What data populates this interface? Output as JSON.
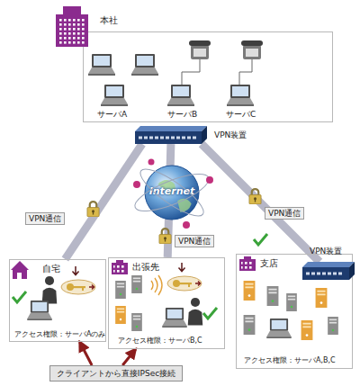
{
  "diagram": {
    "nodes": [
      {
        "text": [
          "本社"
        ]
      },
      {
        "text": [
          "VPN装置"
        ]
      },
      {
        "text": [
          "Internet"
        ]
      },
      {
        "text": [
          "自宅",
          "アクセス権限：サーバAのみ"
        ]
      },
      {
        "text": [
          "出張先",
          "アクセス権限：サーバB,C"
        ]
      },
      {
        "text": [
          "支店",
          "アクセス権限：サーバA,B,C"
        ]
      },
      {
        "text": [
          "VPN装置"
        ],
        "in": 5
      },
      {
        "text": [
          "クライアントから直接IPSec接続"
        ]
      }
    ],
    "edges": [
      {
        "from": 1,
        "to": 3,
        "arrow": "none",
        "label": "VPN通信"
      },
      {
        "from": 1,
        "to": 4,
        "arrow": "none",
        "label": "VPN通信"
      },
      {
        "from": 1,
        "to": 6,
        "arrow": "none",
        "label": "VPN通信"
      },
      {
        "from": 7,
        "to": 3,
        "arrow": "to"
      },
      {
        "from": 7,
        "to": 4,
        "arrow": "to"
      }
    ],
    "labels": [
      "サーバA",
      "サーバB",
      "サーバC"
    ]
  }
}
